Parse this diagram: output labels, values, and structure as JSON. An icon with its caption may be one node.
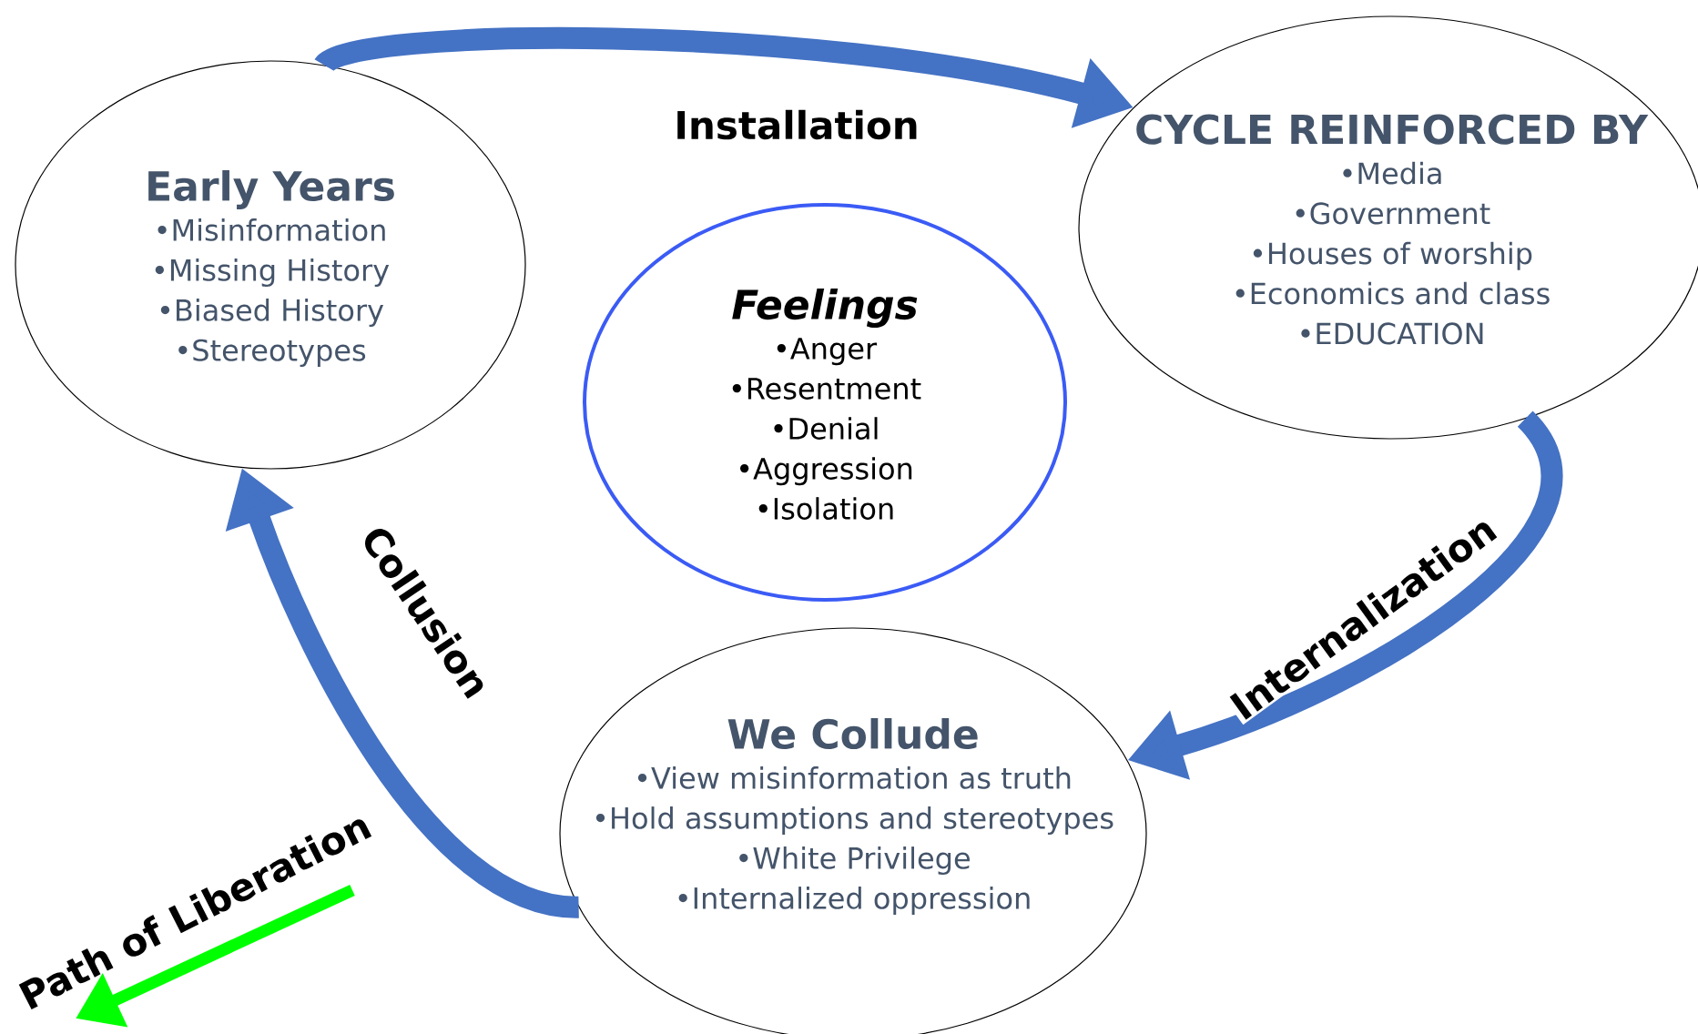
{
  "diagram": {
    "nodes": [
      {
        "text": [
          "Early Years",
          "•Misinformation",
          "•Missing History",
          "•Biased History",
          "•Stereotypes"
        ]
      },
      {
        "text": [
          "CYCLE REINFORCED BY",
          "•Media",
          "•Government",
          "•Houses of worship",
          "•Economics and class",
          "•EDUCATION"
        ]
      },
      {
        "text": [
          "Feelings",
          "•Anger",
          "•Resentment",
          "•Denial",
          "•Aggression",
          "•Isolation"
        ]
      },
      {
        "text": [
          "We Collude",
          "•View misinformation as truth",
          "•Hold assumptions and stereotypes",
          "•White Privilege",
          "•Internalized oppression"
        ]
      }
    ],
    "edges": [
      {
        "from": 0,
        "to": 1,
        "arrow": "to",
        "label": "Installation"
      },
      {
        "from": 1,
        "to": 3,
        "arrow": "to",
        "label": "Internalization"
      },
      {
        "from": 3,
        "to": 0,
        "arrow": "to",
        "label": "Collusion"
      }
    ],
    "labels": [
      "Path of Liberation"
    ]
  }
}
